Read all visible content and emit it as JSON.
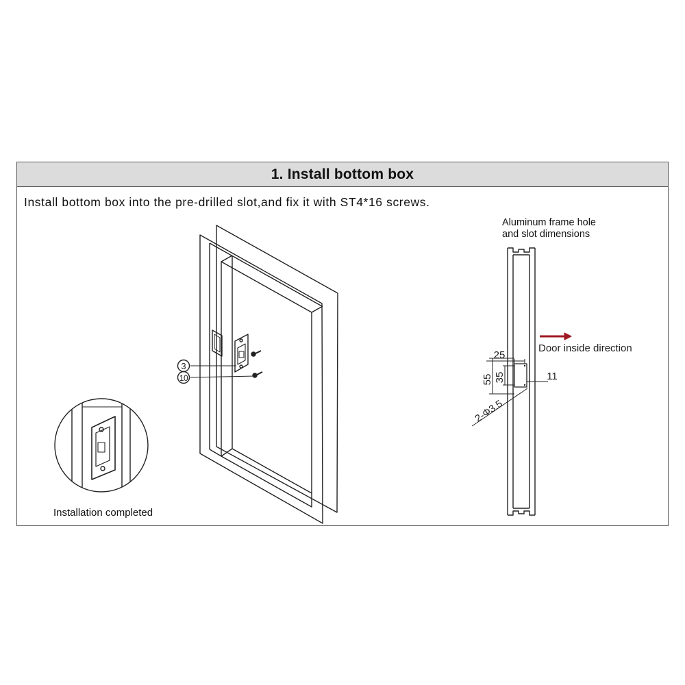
{
  "header": {
    "title": "1. Install bottom box"
  },
  "instruction": "Install bottom box into the pre-drilled slot,and fix it with ST4*16 screws.",
  "callouts": [
    "3",
    "10"
  ],
  "inset": {
    "caption": "Installation completed"
  },
  "profile": {
    "caption_line1": "Aluminum frame hole",
    "caption_line2": "and slot dimensions",
    "direction_label": "Door inside direction",
    "dim_25": "25",
    "dim_55": "55",
    "dim_35": "35",
    "dim_11": "11",
    "dim_holes": "2-Φ3.5"
  },
  "colors": {
    "arrow": "#a01822",
    "header_bg": "#dcdcdc",
    "line": "#222222"
  }
}
